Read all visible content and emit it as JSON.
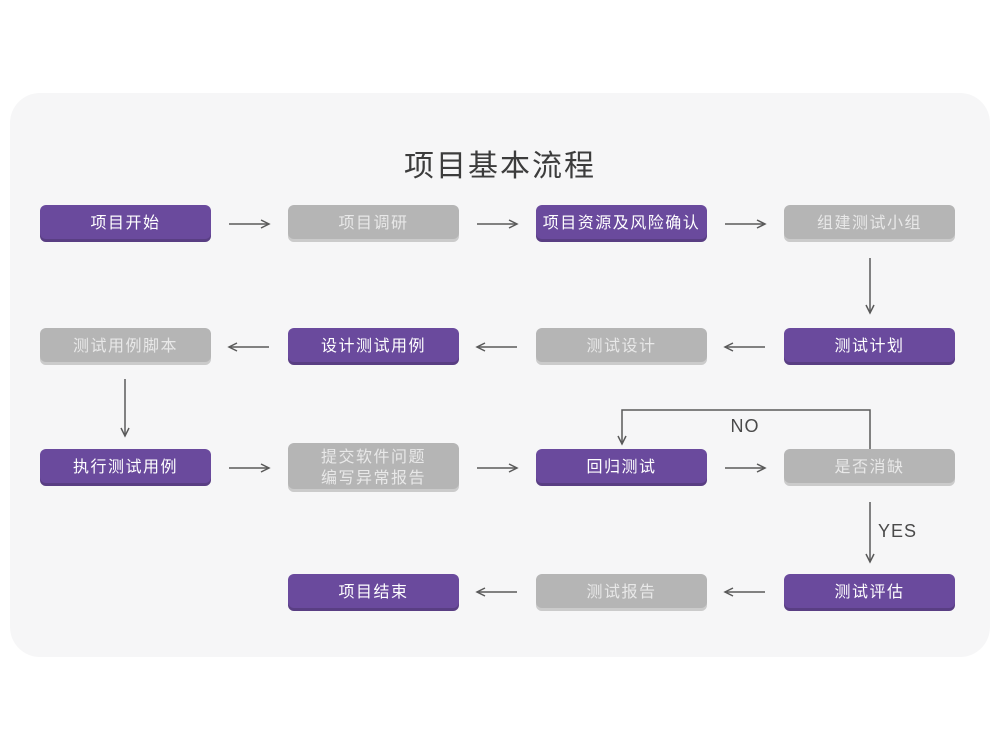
{
  "title": "项目基本流程",
  "colors": {
    "primary_box": "#6a4a9d",
    "secondary_box": "#b5b5b5",
    "card_background": "#f6f6f7",
    "arrow": "#5a5a5a",
    "primary_text": "#ffffff",
    "secondary_text": "#e8e8e8"
  },
  "flowchart": {
    "nodes": {
      "project_start": {
        "label": "项目开始"
      },
      "project_research": {
        "label": "项目调研"
      },
      "resource_risk_confirm": {
        "label": "项目资源及风险确认"
      },
      "build_test_team": {
        "label": "组建测试小组"
      },
      "test_case_script": {
        "label": "测试用例脚本"
      },
      "design_test_case": {
        "label": "设计测试用例"
      },
      "test_design": {
        "label": "测试设计"
      },
      "test_plan": {
        "label": "测试计划"
      },
      "execute_test_case": {
        "label": "执行测试用例"
      },
      "submit_issue_report": {
        "label": "提交软件问题\n编写异常报告"
      },
      "regression_test": {
        "label": "回归测试"
      },
      "defect_resolved": {
        "label": "是否消缺"
      },
      "project_end": {
        "label": "项目结束"
      },
      "test_report": {
        "label": "测试报告"
      },
      "test_evaluation": {
        "label": "测试评估"
      }
    },
    "edge_labels": {
      "no": "NO",
      "yes": "YES"
    }
  }
}
